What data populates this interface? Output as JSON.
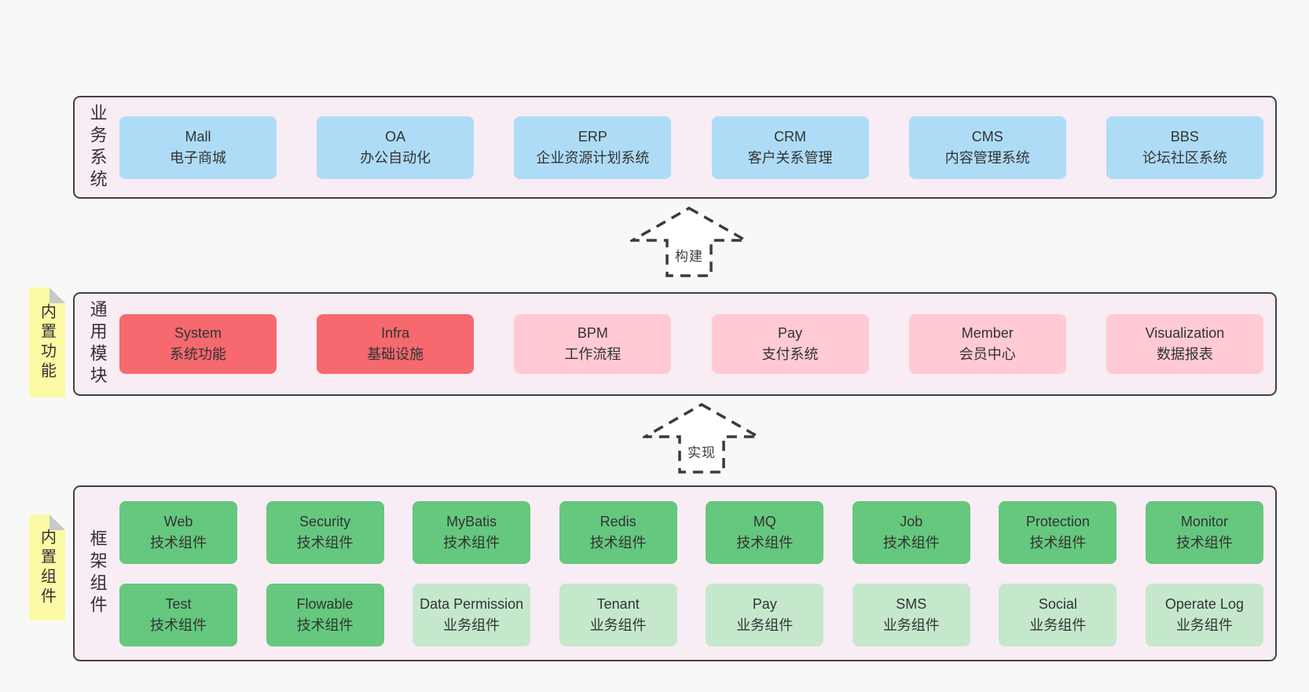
{
  "business": {
    "label": "业务系统",
    "boxes": [
      {
        "name": "Mall",
        "desc": "电子商城"
      },
      {
        "name": "OA",
        "desc": "办公自动化"
      },
      {
        "name": "ERP",
        "desc": "企业资源计划系统"
      },
      {
        "name": "CRM",
        "desc": "客户关系管理"
      },
      {
        "name": "CMS",
        "desc": "内容管理系统"
      },
      {
        "name": "BBS",
        "desc": "论坛社区系统"
      }
    ]
  },
  "arrows": {
    "build": {
      "label": "构建"
    },
    "implement": {
      "label": "实现"
    }
  },
  "modules": {
    "label": "通用模块",
    "note": "内置功能",
    "boxes": [
      {
        "name": "System",
        "desc": "系统功能",
        "color": "red"
      },
      {
        "name": "Infra",
        "desc": "基础设施",
        "color": "red"
      },
      {
        "name": "BPM",
        "desc": "工作流程",
        "color": "pink"
      },
      {
        "name": "Pay",
        "desc": "支付系统",
        "color": "pink"
      },
      {
        "name": "Member",
        "desc": "会员中心",
        "color": "pink"
      },
      {
        "name": "Visualization",
        "desc": "数据报表",
        "color": "pink"
      }
    ]
  },
  "framework": {
    "label": "框架组件",
    "note": "内置组件",
    "row1": [
      {
        "name": "Web",
        "desc": "技术组件",
        "color": "green"
      },
      {
        "name": "Security",
        "desc": "技术组件",
        "color": "green"
      },
      {
        "name": "MyBatis",
        "desc": "技术组件",
        "color": "green"
      },
      {
        "name": "Redis",
        "desc": "技术组件",
        "color": "green"
      },
      {
        "name": "MQ",
        "desc": "技术组件",
        "color": "green"
      },
      {
        "name": "Job",
        "desc": "技术组件",
        "color": "green"
      },
      {
        "name": "Protection",
        "desc": "技术组件",
        "color": "green"
      },
      {
        "name": "Monitor",
        "desc": "技术组件",
        "color": "green"
      }
    ],
    "row2": [
      {
        "name": "Test",
        "desc": "技术组件",
        "color": "green"
      },
      {
        "name": "Flowable",
        "desc": "技术组件",
        "color": "green"
      },
      {
        "name": "Data Permission",
        "desc": "业务组件",
        "color": "lightgreen"
      },
      {
        "name": "Tenant",
        "desc": "业务组件",
        "color": "lightgreen"
      },
      {
        "name": "Pay",
        "desc": "业务组件",
        "color": "lightgreen"
      },
      {
        "name": "SMS",
        "desc": "业务组件",
        "color": "lightgreen"
      },
      {
        "name": "Social",
        "desc": "业务组件",
        "color": "lightgreen"
      },
      {
        "name": "Operate Log",
        "desc": "业务组件",
        "color": "lightgreen"
      }
    ]
  },
  "colors": {
    "page_bg": "#f9f8f9",
    "container_bg": "#f8ecf5",
    "container_border": "#424242",
    "blue_box": "#aedcf7",
    "red_box": "#f5696f",
    "pink_box": "#ffcad3",
    "green_box": "#65c87e",
    "light_green_box": "#c5e8cd",
    "note_yellow": "#fbfba5",
    "note_fold_gray": "#c9c9c9",
    "text": "#333333"
  }
}
